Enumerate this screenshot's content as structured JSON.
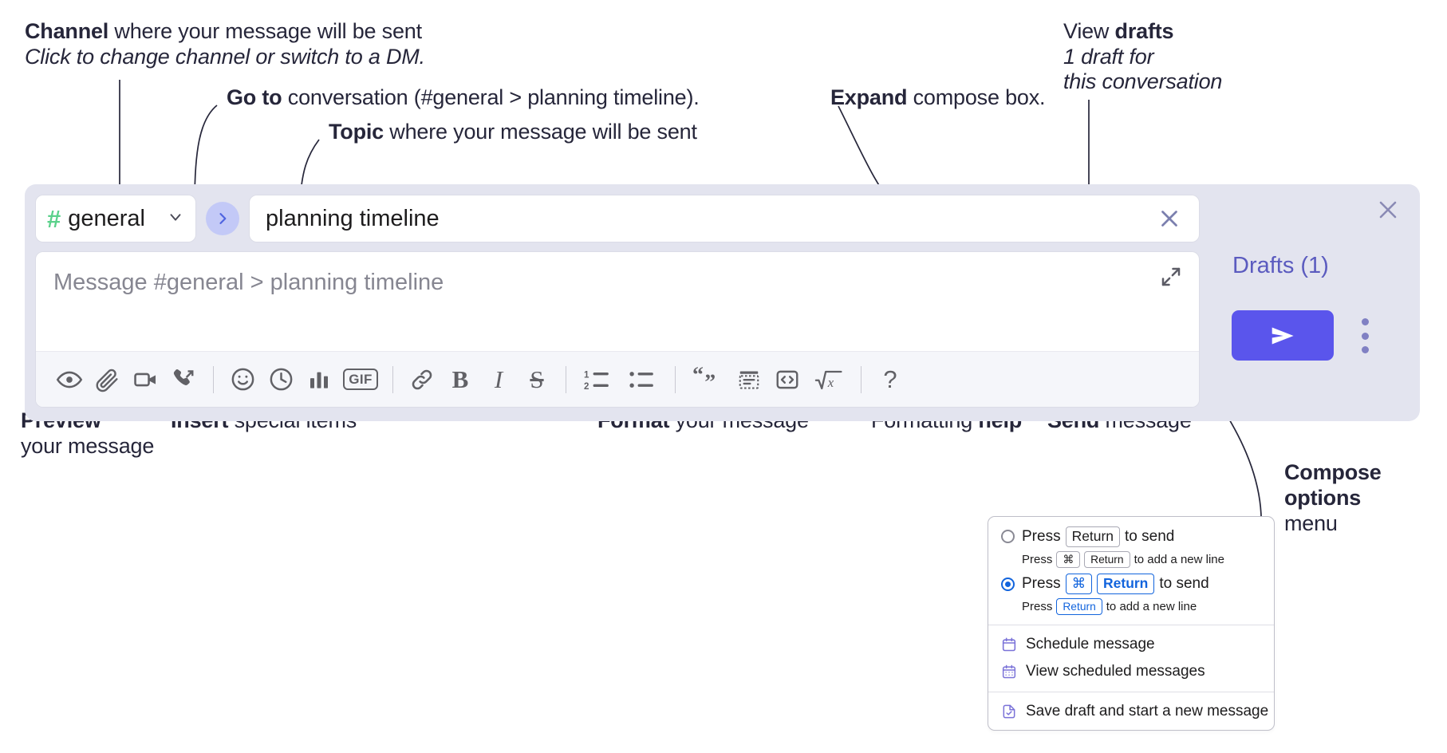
{
  "annotations": {
    "channel": {
      "bold": "Channel",
      "rest": " where your message will be sent",
      "italic": "Click to change channel or switch to a DM."
    },
    "goto": {
      "bold": "Go to",
      "rest": " conversation (#general > planning timeline)."
    },
    "topic": {
      "bold": "Topic",
      "rest": " where your message will be sent"
    },
    "expand": {
      "bold": "Expand",
      "rest": " compose box."
    },
    "drafts": {
      "normal": "View ",
      "bold": "drafts",
      "italic_1": "1 draft for",
      "italic_2": "this conversation"
    },
    "preview": {
      "bold": "Preview",
      "rest": "your message"
    },
    "insert": {
      "bold": "Insert",
      "rest": " special items"
    },
    "format": {
      "bold": "Format",
      "rest": " your message"
    },
    "formatting_help": {
      "normal": "Formatting ",
      "bold": "help"
    },
    "send": {
      "bold": "Send",
      "rest": " message"
    },
    "compose_options": {
      "bold_1": "Compose",
      "bold_2": "options",
      "rest": "menu"
    }
  },
  "compose": {
    "channel": {
      "hash": "#",
      "name": "general",
      "chevron": "chevron-down-icon"
    },
    "goto_button": "goto-arrow-icon",
    "topic": {
      "value": "planning timeline",
      "clear": "close-icon"
    },
    "message": {
      "placeholder": "Message #general > planning timeline",
      "expand": "expand-icon"
    },
    "toolbar": [
      {
        "name": "preview-eye-icon",
        "label": "Preview"
      },
      {
        "name": "attachment-clip-icon",
        "label": "Attach file"
      },
      {
        "name": "video-camera-icon",
        "label": "Video clip"
      },
      {
        "name": "audio-call-icon",
        "label": "Audio clip"
      },
      {
        "name": "emoji-icon",
        "label": "Emoji"
      },
      {
        "name": "clock-icon",
        "label": "Reminder"
      },
      {
        "name": "poll-bars-icon",
        "label": "Poll"
      },
      {
        "name": "gif-icon",
        "label": "GIF"
      },
      {
        "name": "link-icon",
        "label": "Link"
      },
      {
        "name": "bold-icon",
        "label": "B"
      },
      {
        "name": "italic-icon",
        "label": "I"
      },
      {
        "name": "strikethrough-icon",
        "label": "S"
      },
      {
        "name": "ordered-list-icon",
        "label": "Ordered list"
      },
      {
        "name": "bulleted-list-icon",
        "label": "Bulleted list"
      },
      {
        "name": "blockquote-icon",
        "label": "Blockquote"
      },
      {
        "name": "code-block-icon",
        "label": "Code block"
      },
      {
        "name": "inline-code-icon",
        "label": "Code"
      },
      {
        "name": "math-icon",
        "label": "Math"
      },
      {
        "name": "formatting-help-icon",
        "label": "?"
      }
    ],
    "gif_label": "GIF",
    "bold_label": "B",
    "italic_label": "I",
    "strike_label": "S",
    "math_label": "x",
    "help_label": "?",
    "drafts_link": "Drafts (1)",
    "send_button": "send-paper-plane-icon",
    "kebab": "compose-options-kebab-icon",
    "close": "close-icon"
  },
  "options_menu": {
    "option_1": {
      "selected": false,
      "main_pre": "Press",
      "main_key": "Return",
      "main_post": "to send",
      "sub_pre": "Press",
      "sub_key_1": "⌘",
      "sub_key_2": "Return",
      "sub_post": "to add a new line"
    },
    "option_2": {
      "selected": true,
      "main_pre": "Press",
      "main_key_1": "⌘",
      "main_key_2": "Return",
      "main_post": "to send",
      "sub_pre": "Press",
      "sub_key": "Return",
      "sub_post": "to add a new line"
    },
    "items": [
      {
        "icon": "calendar-schedule-icon",
        "label": "Schedule message"
      },
      {
        "icon": "calendar-grid-icon",
        "label": "View scheduled messages"
      },
      {
        "icon": "save-draft-icon",
        "label": "Save draft and start a new message"
      }
    ]
  },
  "colors": {
    "panel_bg": "#e3e4ef",
    "send_purple": "#5a55ec",
    "drafts_purple": "#5b5bbf",
    "hash_green": "#5bd18b",
    "goto_circle": "#c3c9f7",
    "link_blue": "#1264dd",
    "text_dark": "#26263a"
  }
}
